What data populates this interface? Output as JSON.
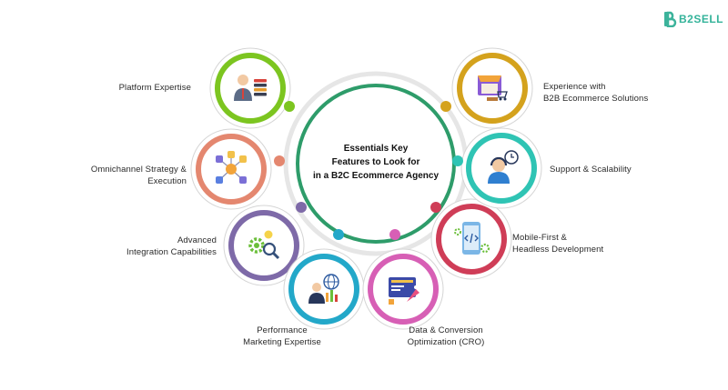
{
  "brand": {
    "name": "B2SELL",
    "color": "#3cb39b"
  },
  "center": {
    "lines": [
      "Essentials Key",
      "Features to Look for",
      "in a B2C Ecommerce Agency"
    ],
    "ring_color": "#2e9c6a"
  },
  "features": [
    {
      "id": "platform-expertise",
      "label": "Platform Expertise",
      "color": "#7cc520",
      "icon": "presenter-with-books-icon"
    },
    {
      "id": "omnichannel",
      "label": "Omnichannel Strategy &\nExecution",
      "color": "#e4876f",
      "icon": "network-hub-icon"
    },
    {
      "id": "integration",
      "label": "Advanced\nIntegration Capabilities",
      "color": "#7e6aa8",
      "icon": "gears-magnifier-icon"
    },
    {
      "id": "performance-marketing",
      "label": "Performance\nMarketing Expertise",
      "color": "#23a8c9",
      "icon": "analyst-globe-icon"
    },
    {
      "id": "data-conversion",
      "label": "Data & Conversion\nOptimization (CRO)",
      "color": "#d75fb5",
      "icon": "analytics-rocket-icon"
    },
    {
      "id": "mobile-first",
      "label": "Mobile-First &\nHeadless Development",
      "color": "#cf3d57",
      "icon": "mobile-code-icon"
    },
    {
      "id": "support-scalability",
      "label": "Support & Scalability",
      "color": "#2fc4b4",
      "icon": "support-agent-icon"
    },
    {
      "id": "b2b-experience",
      "label": "Experience with\nB2B Ecommerce Solutions",
      "color": "#d4a21d",
      "icon": "online-store-icon"
    }
  ]
}
